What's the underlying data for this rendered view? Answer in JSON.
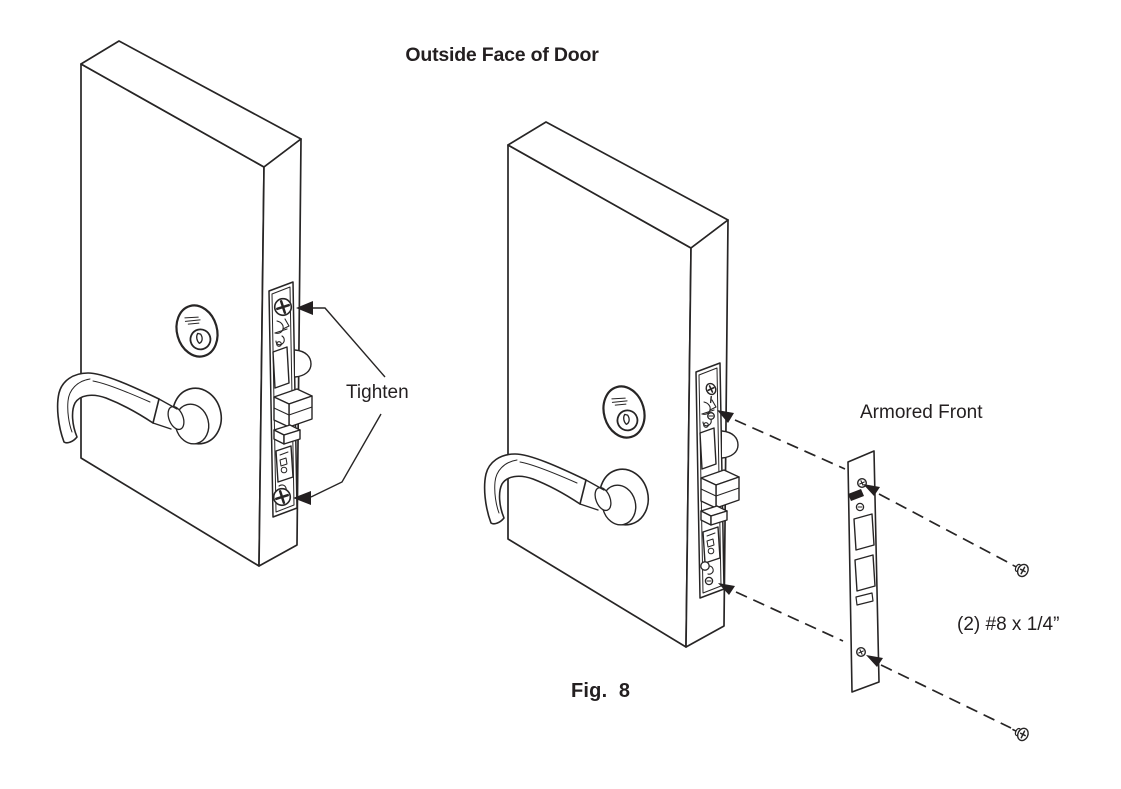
{
  "figure": {
    "title": "Outside Face of Door",
    "caption": "Fig.  8",
    "callouts": {
      "tighten": "Tighten",
      "armored_front": "Armored Front",
      "screw_spec": "(2) #8 x 1/4”"
    },
    "colors": {
      "background": "#ffffff",
      "line": "#272525",
      "text": "#231f20"
    }
  }
}
